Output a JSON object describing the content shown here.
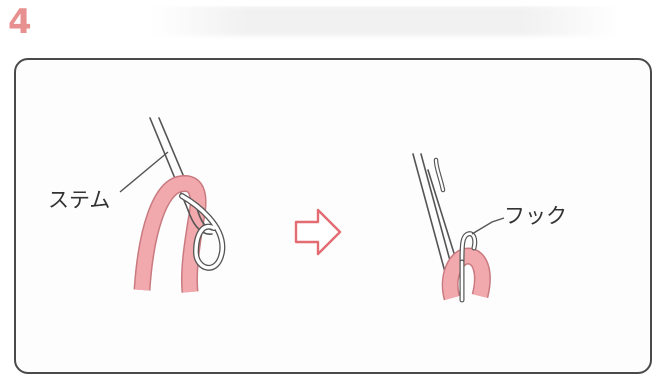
{
  "step": {
    "number": "4"
  },
  "labels": {
    "stem": "ステム",
    "hook": "フック"
  },
  "colors": {
    "step_number": "#e88f8f",
    "yarn": "#f2a9ad",
    "yarn_edge": "#c97a80",
    "arrow": "#e36b72",
    "line": "#555555",
    "panel_border": "#4a4a4a"
  },
  "icons": {
    "arrow": "right-arrow-icon"
  }
}
